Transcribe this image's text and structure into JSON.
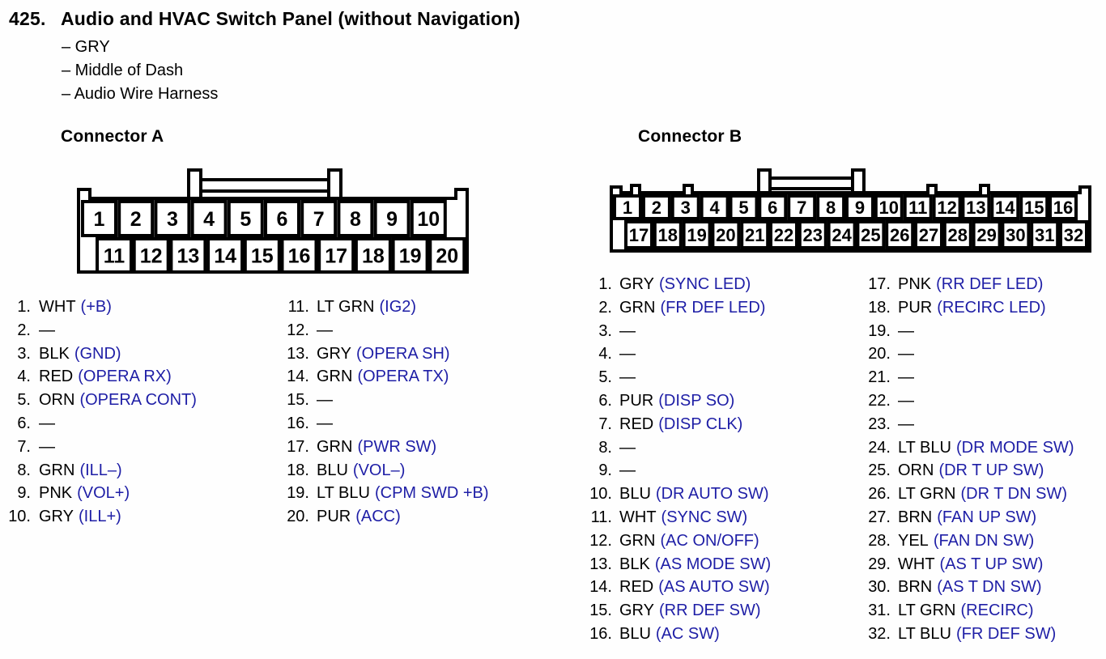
{
  "page": {
    "item_number": "425.",
    "title": "Audio and HVAC Switch Panel (without Navigation)",
    "bullets": [
      "– GRY",
      "– Middle of Dash",
      "– Audio Wire Harness"
    ]
  },
  "colors": {
    "signal_blue": "#1e1ea6",
    "line_black": "#000000",
    "background": "#fefefe"
  },
  "connector_a": {
    "heading": "Connector A",
    "pins_top": [
      "1",
      "2",
      "3",
      "4",
      "5",
      "6",
      "7",
      "8",
      "9",
      "10"
    ],
    "pins_bottom": [
      "11",
      "12",
      "13",
      "14",
      "15",
      "16",
      "17",
      "18",
      "19",
      "20"
    ],
    "list_left": [
      {
        "num": "1.",
        "color": "WHT",
        "signal": "(+B)"
      },
      {
        "num": "2.",
        "color": "—",
        "signal": ""
      },
      {
        "num": "3.",
        "color": "BLK",
        "signal": "(GND)"
      },
      {
        "num": "4.",
        "color": "RED",
        "signal": "(OPERA RX)"
      },
      {
        "num": "5.",
        "color": "ORN",
        "signal": "(OPERA CONT)"
      },
      {
        "num": "6.",
        "color": "—",
        "signal": ""
      },
      {
        "num": "7.",
        "color": "—",
        "signal": ""
      },
      {
        "num": "8.",
        "color": "GRN",
        "signal": "(ILL–)"
      },
      {
        "num": "9.",
        "color": "PNK",
        "signal": "(VOL+)"
      },
      {
        "num": "10.",
        "color": "GRY",
        "signal": "(ILL+)"
      }
    ],
    "list_right": [
      {
        "num": "11.",
        "color": "LT GRN",
        "signal": "(IG2)"
      },
      {
        "num": "12.",
        "color": "—",
        "signal": ""
      },
      {
        "num": "13.",
        "color": "GRY",
        "signal": "(OPERA SH)"
      },
      {
        "num": "14.",
        "color": "GRN",
        "signal": "(OPERA TX)"
      },
      {
        "num": "15.",
        "color": "—",
        "signal": ""
      },
      {
        "num": "16.",
        "color": "—",
        "signal": ""
      },
      {
        "num": "17.",
        "color": "GRN",
        "signal": "(PWR SW)"
      },
      {
        "num": "18.",
        "color": "BLU",
        "signal": "(VOL–)"
      },
      {
        "num": "19.",
        "color": "LT BLU",
        "signal": "(CPM SWD +B)"
      },
      {
        "num": "20.",
        "color": "PUR",
        "signal": "(ACC)"
      }
    ]
  },
  "connector_b": {
    "heading": "Connector B",
    "pins_top": [
      "1",
      "2",
      "3",
      "4",
      "5",
      "6",
      "7",
      "8",
      "9",
      "10",
      "11",
      "12",
      "13",
      "14",
      "15",
      "16"
    ],
    "pins_bottom": [
      "17",
      "18",
      "19",
      "20",
      "21",
      "22",
      "23",
      "24",
      "25",
      "26",
      "27",
      "28",
      "29",
      "30",
      "31",
      "32"
    ],
    "list_left": [
      {
        "num": "1.",
        "color": "GRY",
        "signal": "(SYNC LED)"
      },
      {
        "num": "2.",
        "color": "GRN",
        "signal": "(FR DEF LED)"
      },
      {
        "num": "3.",
        "color": "—",
        "signal": ""
      },
      {
        "num": "4.",
        "color": "—",
        "signal": ""
      },
      {
        "num": "5.",
        "color": "—",
        "signal": ""
      },
      {
        "num": "6.",
        "color": "PUR",
        "signal": "(DISP SO)"
      },
      {
        "num": "7.",
        "color": "RED",
        "signal": "(DISP CLK)"
      },
      {
        "num": "8.",
        "color": "—",
        "signal": ""
      },
      {
        "num": "9.",
        "color": "—",
        "signal": ""
      },
      {
        "num": "10.",
        "color": "BLU",
        "signal": "(DR AUTO SW)"
      },
      {
        "num": "11.",
        "color": "WHT",
        "signal": "(SYNC SW)"
      },
      {
        "num": "12.",
        "color": "GRN",
        "signal": "(AC ON/OFF)"
      },
      {
        "num": "13.",
        "color": "BLK",
        "signal": "(AS MODE SW)"
      },
      {
        "num": "14.",
        "color": "RED",
        "signal": "(AS AUTO SW)"
      },
      {
        "num": "15.",
        "color": "GRY",
        "signal": "(RR DEF SW)"
      },
      {
        "num": "16.",
        "color": "BLU",
        "signal": "(AC SW)"
      }
    ],
    "list_right": [
      {
        "num": "17.",
        "color": "PNK",
        "signal": "(RR DEF LED)"
      },
      {
        "num": "18.",
        "color": "PUR",
        "signal": "(RECIRC LED)"
      },
      {
        "num": "19.",
        "color": "—",
        "signal": ""
      },
      {
        "num": "20.",
        "color": "—",
        "signal": ""
      },
      {
        "num": "21.",
        "color": "—",
        "signal": ""
      },
      {
        "num": "22.",
        "color": "—",
        "signal": ""
      },
      {
        "num": "23.",
        "color": "—",
        "signal": ""
      },
      {
        "num": "24.",
        "color": "LT BLU",
        "signal": "(DR MODE SW)"
      },
      {
        "num": "25.",
        "color": "ORN",
        "signal": "(DR T UP SW)"
      },
      {
        "num": "26.",
        "color": "LT GRN",
        "signal": "(DR T DN SW)"
      },
      {
        "num": "27.",
        "color": "BRN",
        "signal": "(FAN UP SW)"
      },
      {
        "num": "28.",
        "color": "YEL",
        "signal": "(FAN DN SW)"
      },
      {
        "num": "29.",
        "color": "WHT",
        "signal": "(AS T UP SW)"
      },
      {
        "num": "30.",
        "color": "BRN",
        "signal": "(AS T DN SW)"
      },
      {
        "num": "31.",
        "color": "LT GRN",
        "signal": "(RECIRC)"
      },
      {
        "num": "32.",
        "color": "LT BLU",
        "signal": "(FR DEF SW)"
      }
    ]
  }
}
